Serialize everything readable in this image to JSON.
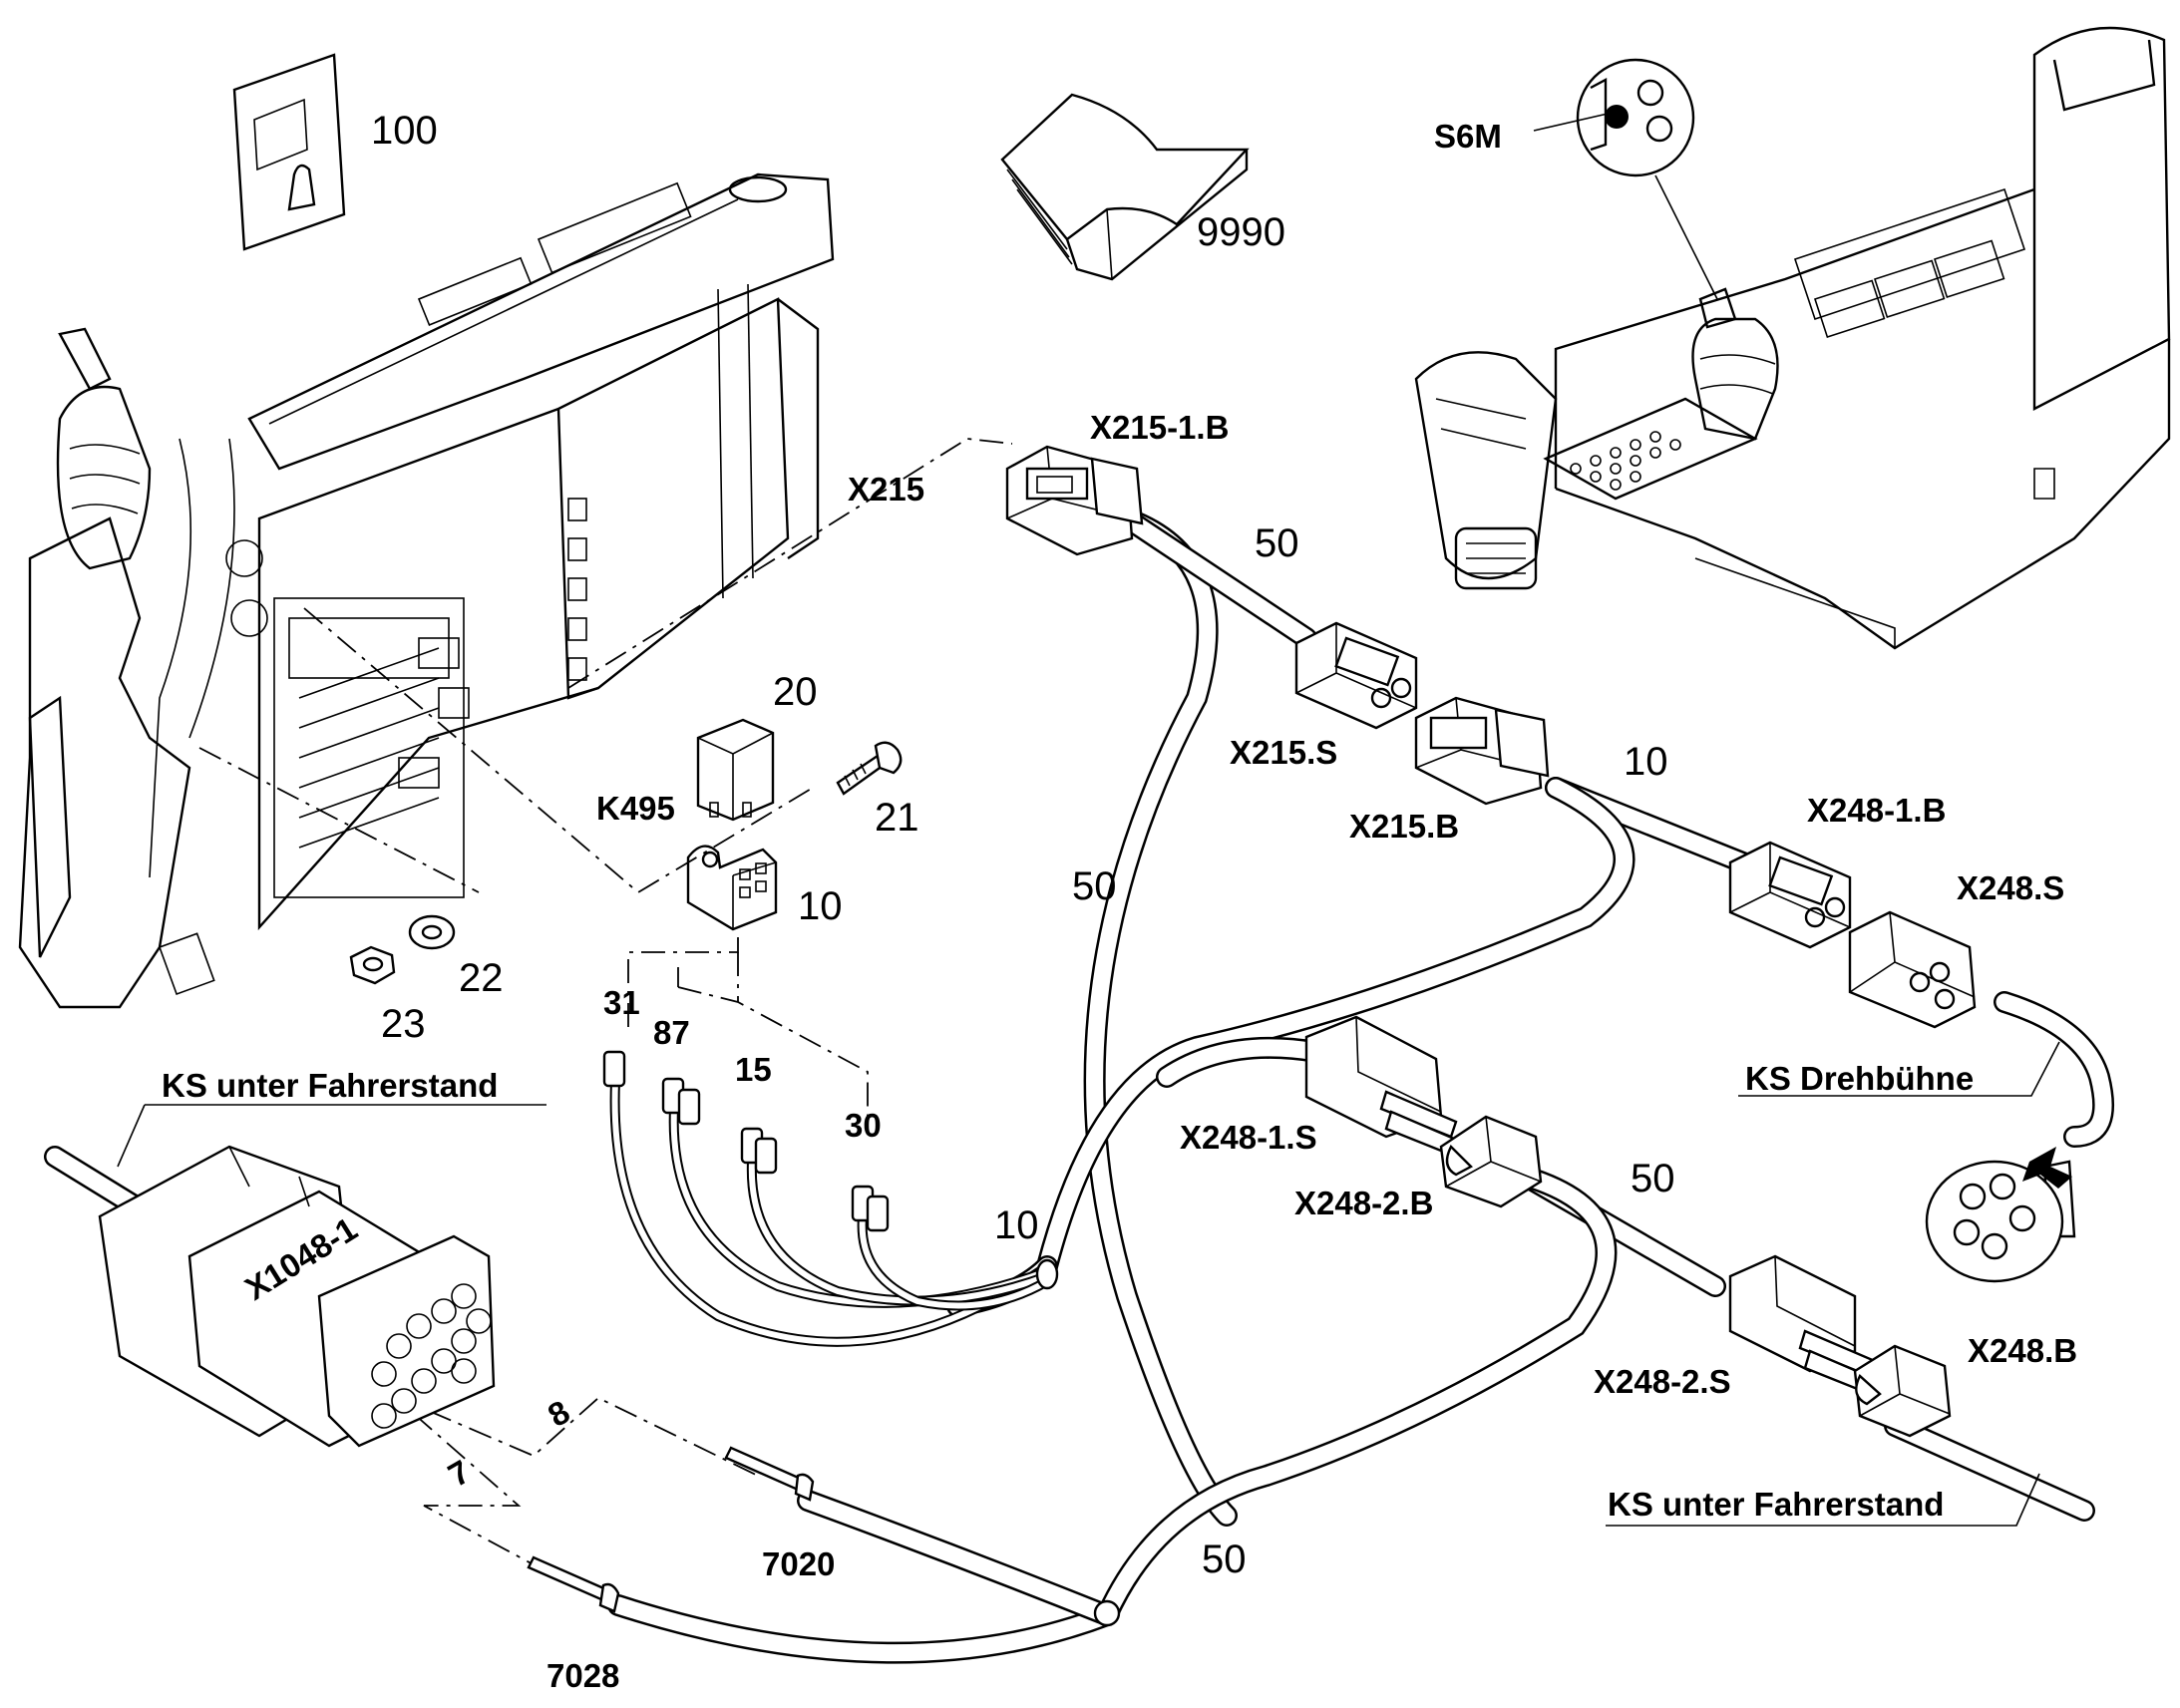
{
  "part_numbers": {
    "p100": "100",
    "p9990": "9990",
    "p20": "20",
    "p21": "21",
    "p10_relay_socket": "10",
    "p22": "22",
    "p23": "23",
    "p50_top": "50",
    "p50_mid": "50",
    "p10_right": "10",
    "p10_lower": "10",
    "p50_right": "50",
    "p50_bottom": "50",
    "p7020": "7020",
    "p7028": "7028"
  },
  "connector_labels": {
    "s6m": "S6M",
    "x215": "X215",
    "x215_1b": "X215-1.B",
    "x215_s": "X215.S",
    "x215_b": "X215.B",
    "x248_1b": "X248-1.B",
    "x248_s": "X248.S",
    "x248_1s": "X248-1.S",
    "x248_2b": "X248-2.B",
    "x248_2s": "X248-2.S",
    "x248_b": "X248.B",
    "k495": "K495",
    "x1048_1": "X1048-1"
  },
  "harness_labels": {
    "ks_fahrerstand_left": "KS unter Fahrerstand",
    "ks_drehbuehne": "KS Drehbühne",
    "ks_fahrerstand_right": "KS unter Fahrerstand"
  },
  "pin_labels": {
    "pin31": "31",
    "pin87": "87",
    "pin15": "15",
    "pin30": "30",
    "pin8": "8",
    "pin7": "7"
  }
}
